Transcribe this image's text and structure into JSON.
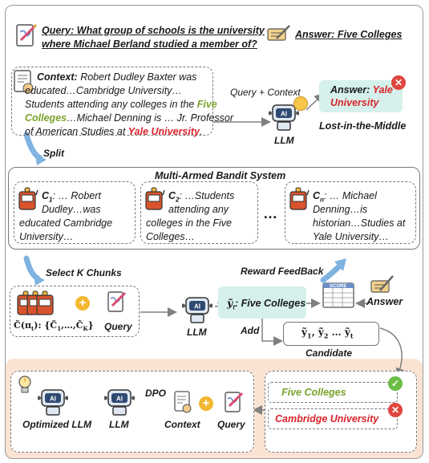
{
  "header": {
    "query_label": "Query:",
    "query_text": "What group of schools is the university",
    "query_text2": "where Michael Berland studied a member of?",
    "answer_label": "Answer:",
    "answer_value": "Five Colleges"
  },
  "context": {
    "label": "Context:",
    "t1": "Robert Dudley Baxter was",
    "t2": "educated…Cambridge University…",
    "t3": "Students attending any colleges in the",
    "hl1a": "Five",
    "hl1b": "Colleges",
    "t4": "…Michael Denning is … Jr. Professor",
    "t5": "of American Studies at",
    "hl2": "Yale University",
    "t5end": "."
  },
  "flow1": {
    "query_context": "Query + Context",
    "llm": "LLM",
    "answer_label": "Answer:",
    "answer_value1": "Yale",
    "answer_value2": "University",
    "lost": "Lost-in-the-Middle",
    "split": "Split"
  },
  "mab": {
    "title": "Multi-Armed Bandit System",
    "chunks": [
      {
        "label": "C",
        "sub": "1",
        "l1": ": … Robert",
        "l2": "Dudley…was",
        "l3": "educated Cambridge",
        "l4": "University…"
      },
      {
        "label": "C",
        "sub": "2",
        "l1": ": …Students",
        "l2": "attending any",
        "l3": "colleges in the Five",
        "l4": "Colleges…"
      },
      {
        "label": "C",
        "sub": "n",
        "l1": ": … Michael",
        "l2": "Denning…is",
        "l3": "historian…Studies at",
        "l4": "Yale University…"
      }
    ],
    "ellipsis": "…"
  },
  "flow2": {
    "select": "Select K Chunks",
    "reward": "Reward FeedBack",
    "set_label": "C̃(π",
    "set_sub": "t",
    "set_rest": "): {C̃",
    "set_r1": "1",
    "set_mid": ",…,C̃",
    "set_r2": "K",
    "set_end": "}",
    "query": "Query",
    "llm": "LLM",
    "yt": "ỹ",
    "yt_sub": "t",
    "yt_value": ": Five Colleges",
    "answer": "Answer",
    "score": "SCORE",
    "add": "Add",
    "cand_y": "ỹ",
    "cand_s1": "1",
    "cand_s2": "2",
    "cand_st": "t",
    "cand_sep": ", ",
    "cand_dots": " … ",
    "candidate": "Candidate"
  },
  "bottom": {
    "optimized": "Optimized LLM",
    "llm": "LLM",
    "dpo": "DPO",
    "context": "Context",
    "query": "Query",
    "good": "Five Colleges",
    "bad": "Cambridge University"
  },
  "colors": {
    "green": "#7aa32a",
    "red": "#d8232a",
    "mint": "#d6f1ec",
    "peach": "#fbe3d3",
    "arrow_blue": "#7fb3e0",
    "dark_red_arrow": "#a0401a"
  }
}
